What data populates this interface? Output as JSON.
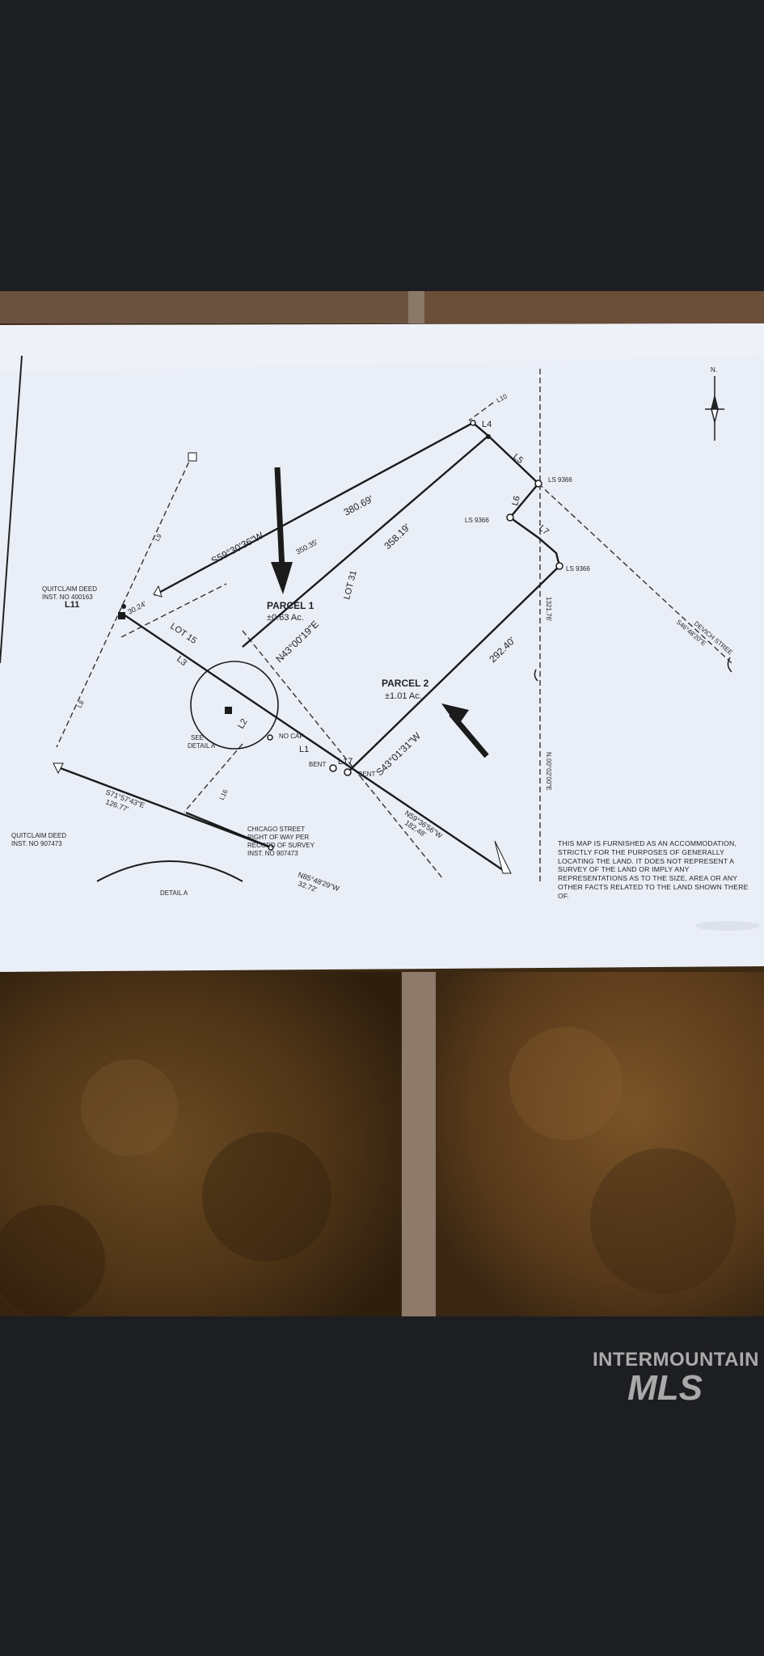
{
  "map": {
    "north": "N.",
    "parcel1_name": "PARCEL 1",
    "parcel1_area": "±0.63 Ac.",
    "parcel2_name": "PARCEL 2",
    "parcel2_area": "±1.01 Ac.",
    "quitclaim_top_1": "QUITCLAIM DEED",
    "quitclaim_top_2": "INST. NO 400163",
    "quitclaim_bottom_1": "QUITCLAIM DEED",
    "quitclaim_bottom_2": "INST. NO 907473",
    "chicago_1": "CHICAGO STREET",
    "chicago_2": "RIGHT OF WAY PER",
    "chicago_3": "RECORD OF SURVEY",
    "chicago_4": "INST. NO 907473",
    "see_detail_1": "SEE",
    "see_detail_2": "DETAIL A",
    "no_cap": "NO CAP",
    "bent_1": "BENT",
    "bent_2": "BENT",
    "detail_a": "DETAIL A",
    "ls_1": "LS 9366",
    "ls_2": "LS 9366",
    "ls_3": "LS 9366",
    "bearing_1": "S59°30'36\"W",
    "dist_1": "380.69'",
    "dist_1b": "350.35'",
    "dist_1c": "30.24'",
    "bearing_2": "N43°00'19\"E",
    "dist_2": "358.19'",
    "bearing_3": "S43°01'31\"W",
    "dist_3": "292.40'",
    "bearing_4": "S71°57'43\"E",
    "dist_4": "126.77'",
    "bearing_5": "N59°36'56\"W",
    "dist_5": "182.48'",
    "bearing_6": "N85°48'29\"W",
    "dist_6": "32.72'",
    "bearing_7": "S46°48'20\"E",
    "edge_label": "DEVICH STREE",
    "east_bearing": "N.00°02'00\"E",
    "east_dist": "1321.76'",
    "lot_15": "LOT 15",
    "lot_31": "LOT 31",
    "l1": "L1",
    "l2": "L2",
    "l3": "L3",
    "l4": "L4",
    "l5": "L5",
    "l6": "L6",
    "l7": "L7",
    "l9": "L9",
    "l10": "L10",
    "l11": "L11",
    "l16": "L16",
    "l17": "L17",
    "l8": "L8"
  },
  "note": "THIS MAP IS FURNISHED AS AN ACCOMMODATION, STRICTLY FOR THE PURPOSES OF GENERALLY LOCATING THE LAND. IT DOES NOT REPRESENT A SURVEY OF THE LAND OR IMPLY ANY REPRESENTATIONS AS TO THE SIZE, AREA OR ANY OTHER FACTS RELATED TO THE LAND SHOWN THERE OF.",
  "watermark": {
    "line1": "INTERMOUNTAIN",
    "line2": "MLS"
  }
}
